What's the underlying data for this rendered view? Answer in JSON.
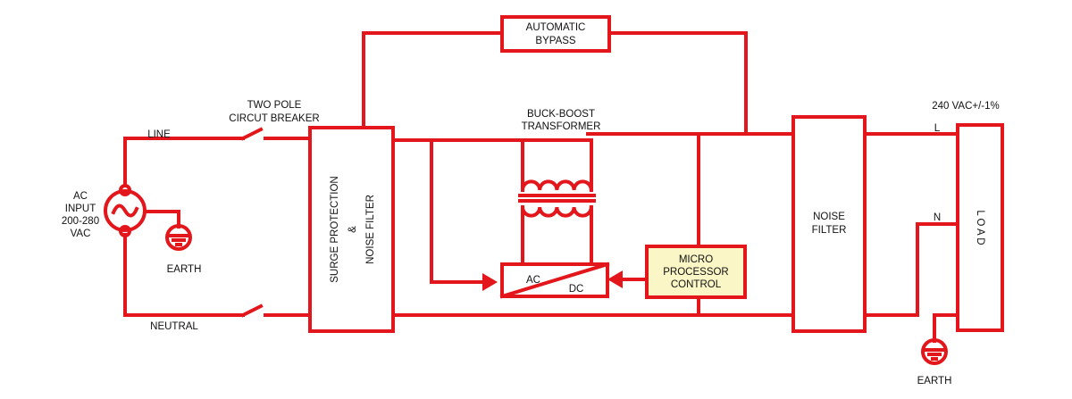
{
  "colors": {
    "wire": "#e3161b",
    "controller_fill": "#fbf6c6",
    "text": "#111111",
    "background": "#ffffff"
  },
  "labels": {
    "bypass_line1": "AUTOMATIC",
    "bypass_line2": "BYPASS",
    "breaker_line1": "TWO POLE",
    "breaker_line2": "CIRCUT BREAKER",
    "transformer_line1": "BUCK-BOOST",
    "transformer_line2": "TRANSFORMER",
    "output_voltage": "240 VAC+/-1%",
    "line": "LINE",
    "neutral": "NEUTRAL",
    "input_line1": "AC",
    "input_line2": "INPUT",
    "input_line3": "200-280",
    "input_line4": "VAC",
    "earth_left": "EARTH",
    "earth_right": "EARTH",
    "surge_protection": "SURGE PROTECTION",
    "ampersand": "&",
    "noise_filter_vertical": "NOISE FILTER",
    "converter_ac": "AC",
    "converter_dc": "DC",
    "micro_line1": "MICRO",
    "micro_line2": "PROCESSOR",
    "micro_line3": "CONTROL",
    "noise_filter_line1": "NOISE",
    "noise_filter_line2": "FILTER",
    "l_terminal": "L",
    "n_terminal": "N",
    "load": "L O A D"
  }
}
